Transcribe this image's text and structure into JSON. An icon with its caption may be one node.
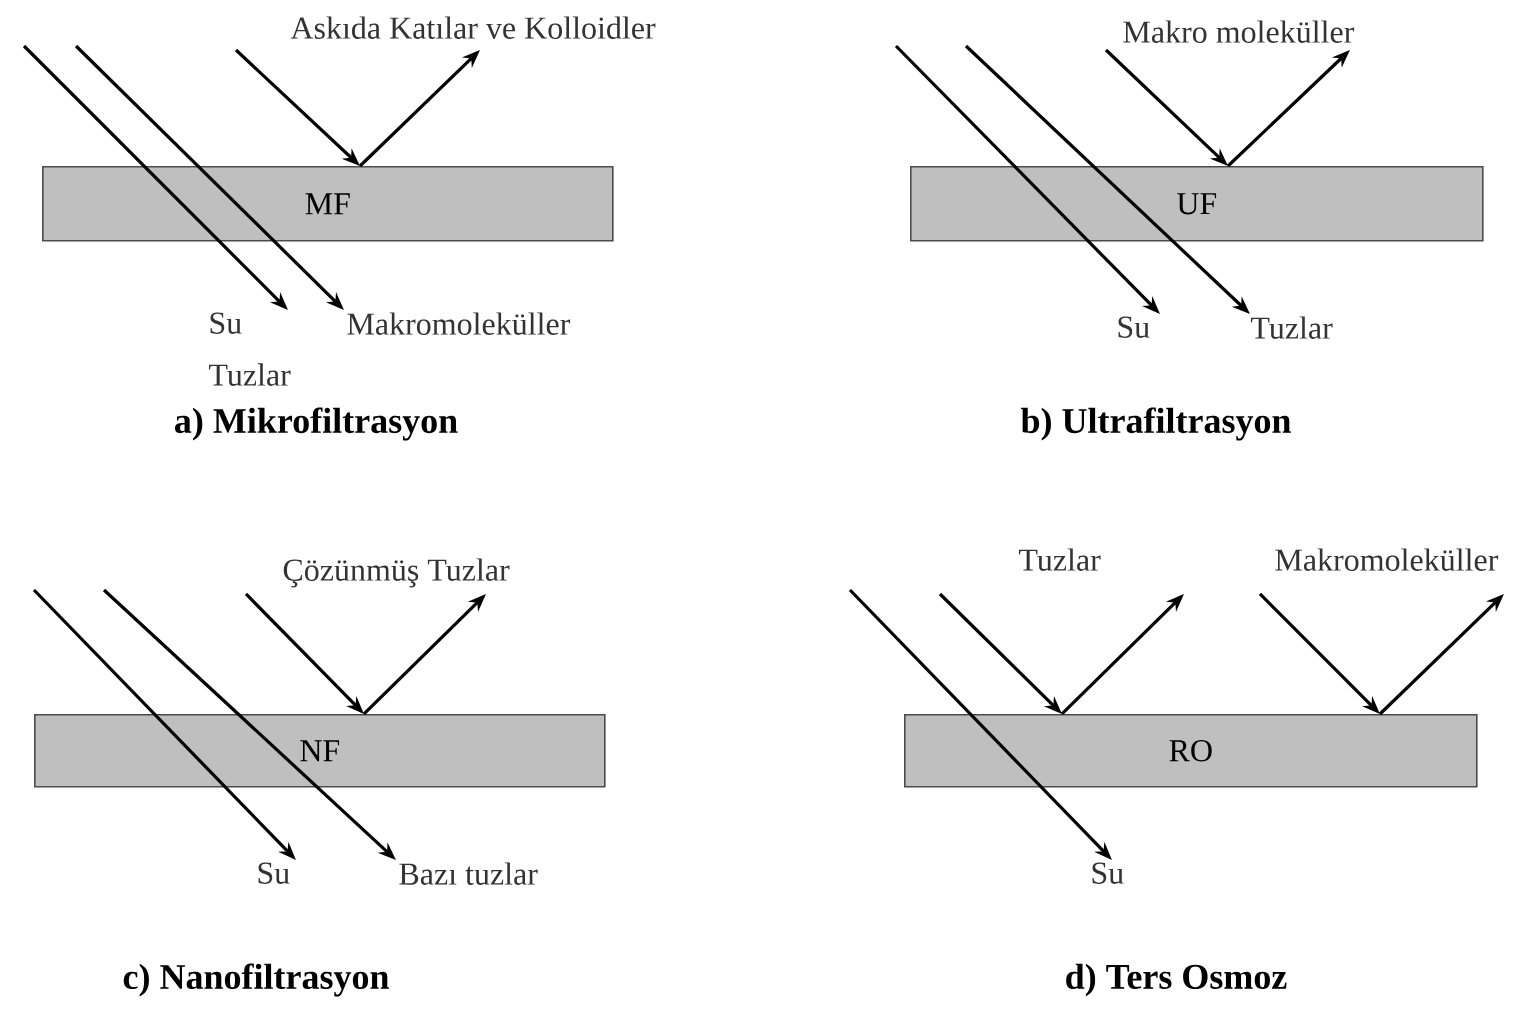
{
  "diagram": {
    "nodes": [
      {
        "text": [
          "Askıda Katılar ve Kolloidler"
        ]
      },
      {
        "text": [
          "MF"
        ]
      },
      {
        "text": [
          "Su",
          "Tuzlar"
        ]
      },
      {
        "text": [
          "Makromoleküller"
        ]
      },
      {
        "text": [
          "Makro moleküller"
        ]
      },
      {
        "text": [
          "UF"
        ]
      },
      {
        "text": [
          "Su"
        ]
      },
      {
        "text": [
          "Tuzlar"
        ]
      },
      {
        "text": [
          "Çözünmüş Tuzlar"
        ]
      },
      {
        "text": [
          "NF"
        ]
      },
      {
        "text": [
          "Su"
        ]
      },
      {
        "text": [
          "Bazı tuzlar"
        ]
      },
      {
        "text": [
          "Tuzlar"
        ]
      },
      {
        "text": [
          "Makromoleküller"
        ]
      },
      {
        "text": [
          "RO"
        ]
      },
      {
        "text": [
          "Su"
        ]
      }
    ],
    "edges": [
      {
        "from": null,
        "to": 2,
        "arrow": "to"
      },
      {
        "from": null,
        "to": 3,
        "arrow": "to"
      },
      {
        "from": 0,
        "to": 1,
        "arrow": "to"
      },
      {
        "from": 1,
        "to": 0,
        "arrow": "to"
      },
      {
        "from": null,
        "to": 6,
        "arrow": "to"
      },
      {
        "from": null,
        "to": 7,
        "arrow": "to"
      },
      {
        "from": 4,
        "to": 5,
        "arrow": "to"
      },
      {
        "from": 5,
        "to": 4,
        "arrow": "to"
      },
      {
        "from": null,
        "to": 10,
        "arrow": "to"
      },
      {
        "from": null,
        "to": 11,
        "arrow": "to"
      },
      {
        "from": 8,
        "to": 9,
        "arrow": "to"
      },
      {
        "from": 9,
        "to": 8,
        "arrow": "to"
      },
      {
        "from": null,
        "to": 15,
        "arrow": "to"
      },
      {
        "from": 12,
        "to": 14,
        "arrow": "to"
      },
      {
        "from": 14,
        "to": 12,
        "arrow": "to"
      },
      {
        "from": 13,
        "to": 14,
        "arrow": "to"
      },
      {
        "from": 14,
        "to": 13,
        "arrow": "to"
      }
    ],
    "labels": [
      "a) Mikrofiltrasyon",
      "b) Ultrafiltrasyon",
      "c) Nanofiltrasyon",
      "d) Ters Osmoz"
    ]
  }
}
